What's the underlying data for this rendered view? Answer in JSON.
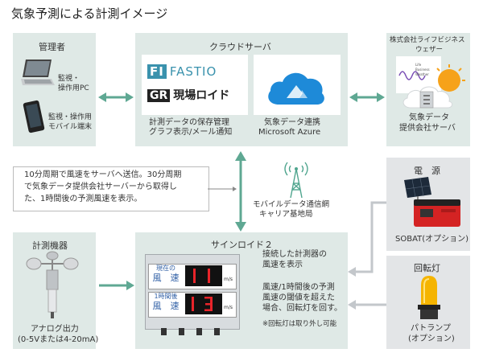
{
  "title": "気象予測による計測イメージ",
  "admin": {
    "title": "管理者",
    "pc_label": [
      "監視・",
      "操作用PC"
    ],
    "mobile_label": [
      "監視・操作用",
      "モバイル端末"
    ]
  },
  "cloud": {
    "title": "クラウドサーバ",
    "fastio_logo": "FI FASTIO",
    "genba_logo": "GR 現場ロイド",
    "feature_text": [
      "計測データの保存管理",
      "グラフ表示/メール通知"
    ],
    "azure_text": [
      "気象データ連携",
      "Microsoft Azure"
    ]
  },
  "weather_company": {
    "company_name": [
      "株式会社ライフビジネス",
      "ウェザー"
    ],
    "server_label": [
      "気象データ",
      "提供会社サーバ"
    ],
    "logo_text": [
      "Life",
      "Business",
      "Weather"
    ]
  },
  "description": [
    "10分周期で風速をサーバへ送信。30分周期",
    "で気象データ提供会社サーバーから取得し",
    "た、1時間後の予測風速を表示。"
  ],
  "tower": {
    "label": [
      "モバイルデータ通信網",
      "キャリア基地局"
    ]
  },
  "power": {
    "title": "電　源",
    "label": "SOBAT(オプション)"
  },
  "instrument": {
    "title": "計測機器",
    "label": [
      "アナログ出力",
      "(0-5Vまたは4-20mA)"
    ]
  },
  "signloid": {
    "title": "サインロイド２",
    "desc1": [
      "接続した計測器の",
      "風速を表示"
    ],
    "desc2": [
      "風速/1時間後の予測",
      "風速の閾値を超えた",
      "場合、回転灯を回す。"
    ],
    "note": "※回転灯は取り外し可能",
    "row1_label": [
      "現在の",
      "風　速"
    ],
    "row2_label": [
      "1時間後",
      "風　速"
    ],
    "unit": "m/s"
  },
  "lamp": {
    "title": "回転灯",
    "label": [
      "パトランプ",
      "(オプション)"
    ]
  },
  "colors": {
    "panel": "#dfe9e6",
    "panel_gray": "#e3e5e7",
    "arrow": "#5fa893",
    "arrow_gray": "#c3c7cb",
    "led_red": "#e8242a",
    "display_blue": "#2f5fa5"
  }
}
